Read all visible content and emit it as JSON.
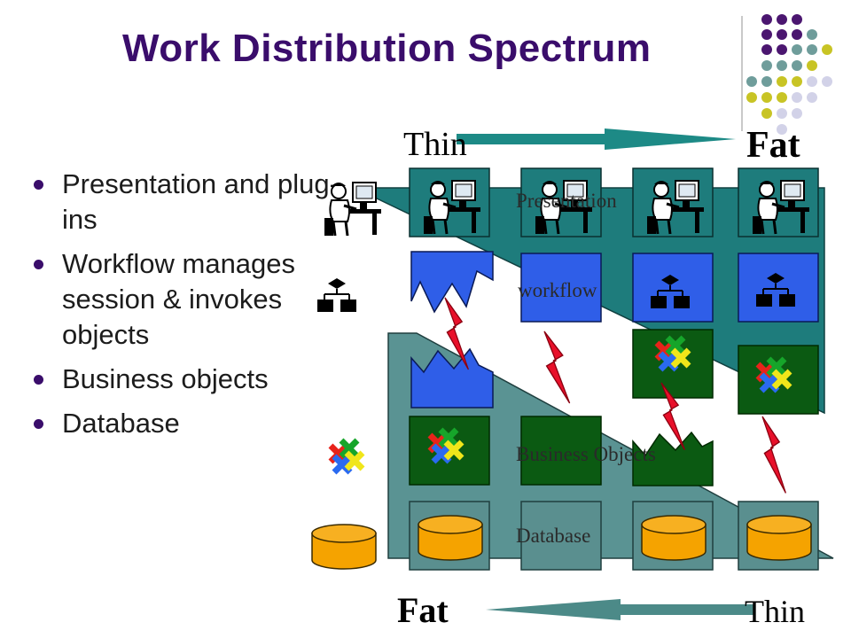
{
  "title": "Work Distribution Spectrum",
  "bullets": [
    "Presentation and plug-ins",
    "Workflow manages session & invokes objects",
    "Business objects",
    "Database"
  ],
  "scale": {
    "top_left": "Thin",
    "top_right": "Fat",
    "bottom_left": "Fat",
    "bottom_right": "Thin"
  },
  "layers": {
    "presentation": "Presentation",
    "workflow": "workflow",
    "business": "Business Objects",
    "database": "Database"
  },
  "colors": {
    "title": "#3a0d6b",
    "teal_arrow": "#1d8a86",
    "presentation_tile": "#1e7c7c",
    "workflow_tile": "#2f5ee8",
    "business_tile": "#0b5a12",
    "database_tile": "#5a8f8f",
    "cylinder": "#f5a300",
    "bolt": "#e8102a",
    "dots_purple": "#4b1670",
    "dots_teal": "#6f9d9b",
    "dots_olive": "#c8c425",
    "dots_lavender": "#d2d2e8"
  }
}
